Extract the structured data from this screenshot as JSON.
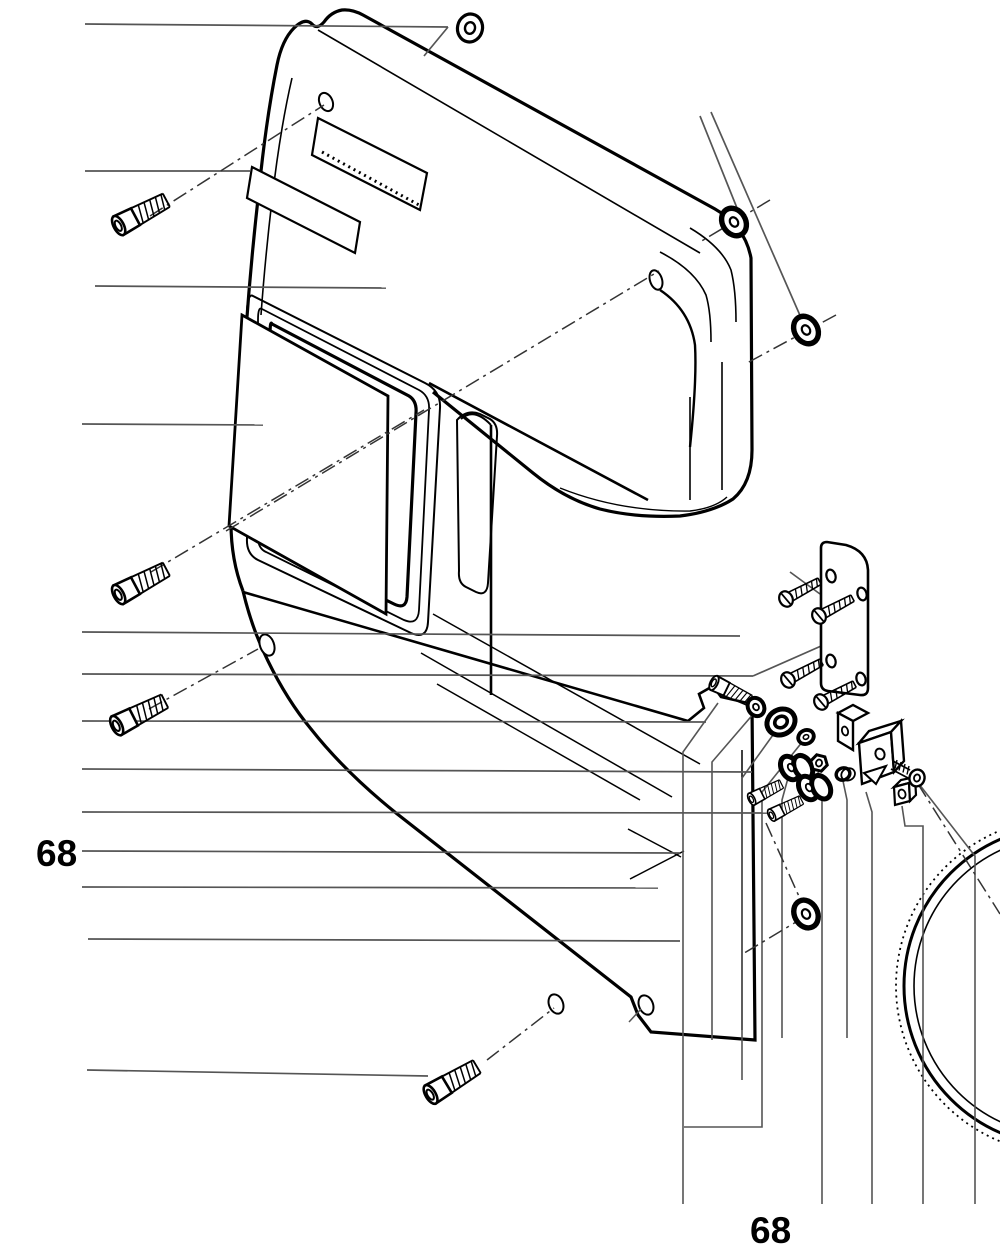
{
  "figure": {
    "kind": "exploded-parts-diagram",
    "background_color": "#ffffff",
    "outline_color": "#000000",
    "leader_line_color": "#555555",
    "centerline_color": "#333333"
  },
  "labels": {
    "left": {
      "text": "68"
    },
    "bottom": {
      "text": "68"
    }
  },
  "parts_depicted": [
    "wheel-cover-upper-lobe",
    "wheel-cover-lower-lobe",
    "viewing-window-recess",
    "type-plate-sticker",
    "vent-slot",
    "flat-washer-top",
    "flat-washer-right-upper",
    "flat-washer-right-lower",
    "flat-washer-bottom-right",
    "socket-head-screw-top-left",
    "socket-head-screw-middle-left",
    "socket-head-screw-lower-left",
    "socket-head-screw-bottom",
    "mounting-bracket-plate",
    "bracket-pan-head-screws",
    "cluster-socket-head-screw",
    "small-washer",
    "ball-bearing",
    "spacer-sleeve",
    "guide-block-pair",
    "flanged-roller-upper",
    "flanged-roller-lower",
    "roller-screws",
    "hex-nut",
    "sleeve-nut",
    "square-nut",
    "adjuster-screw-right",
    "saw-blade-arc"
  ]
}
